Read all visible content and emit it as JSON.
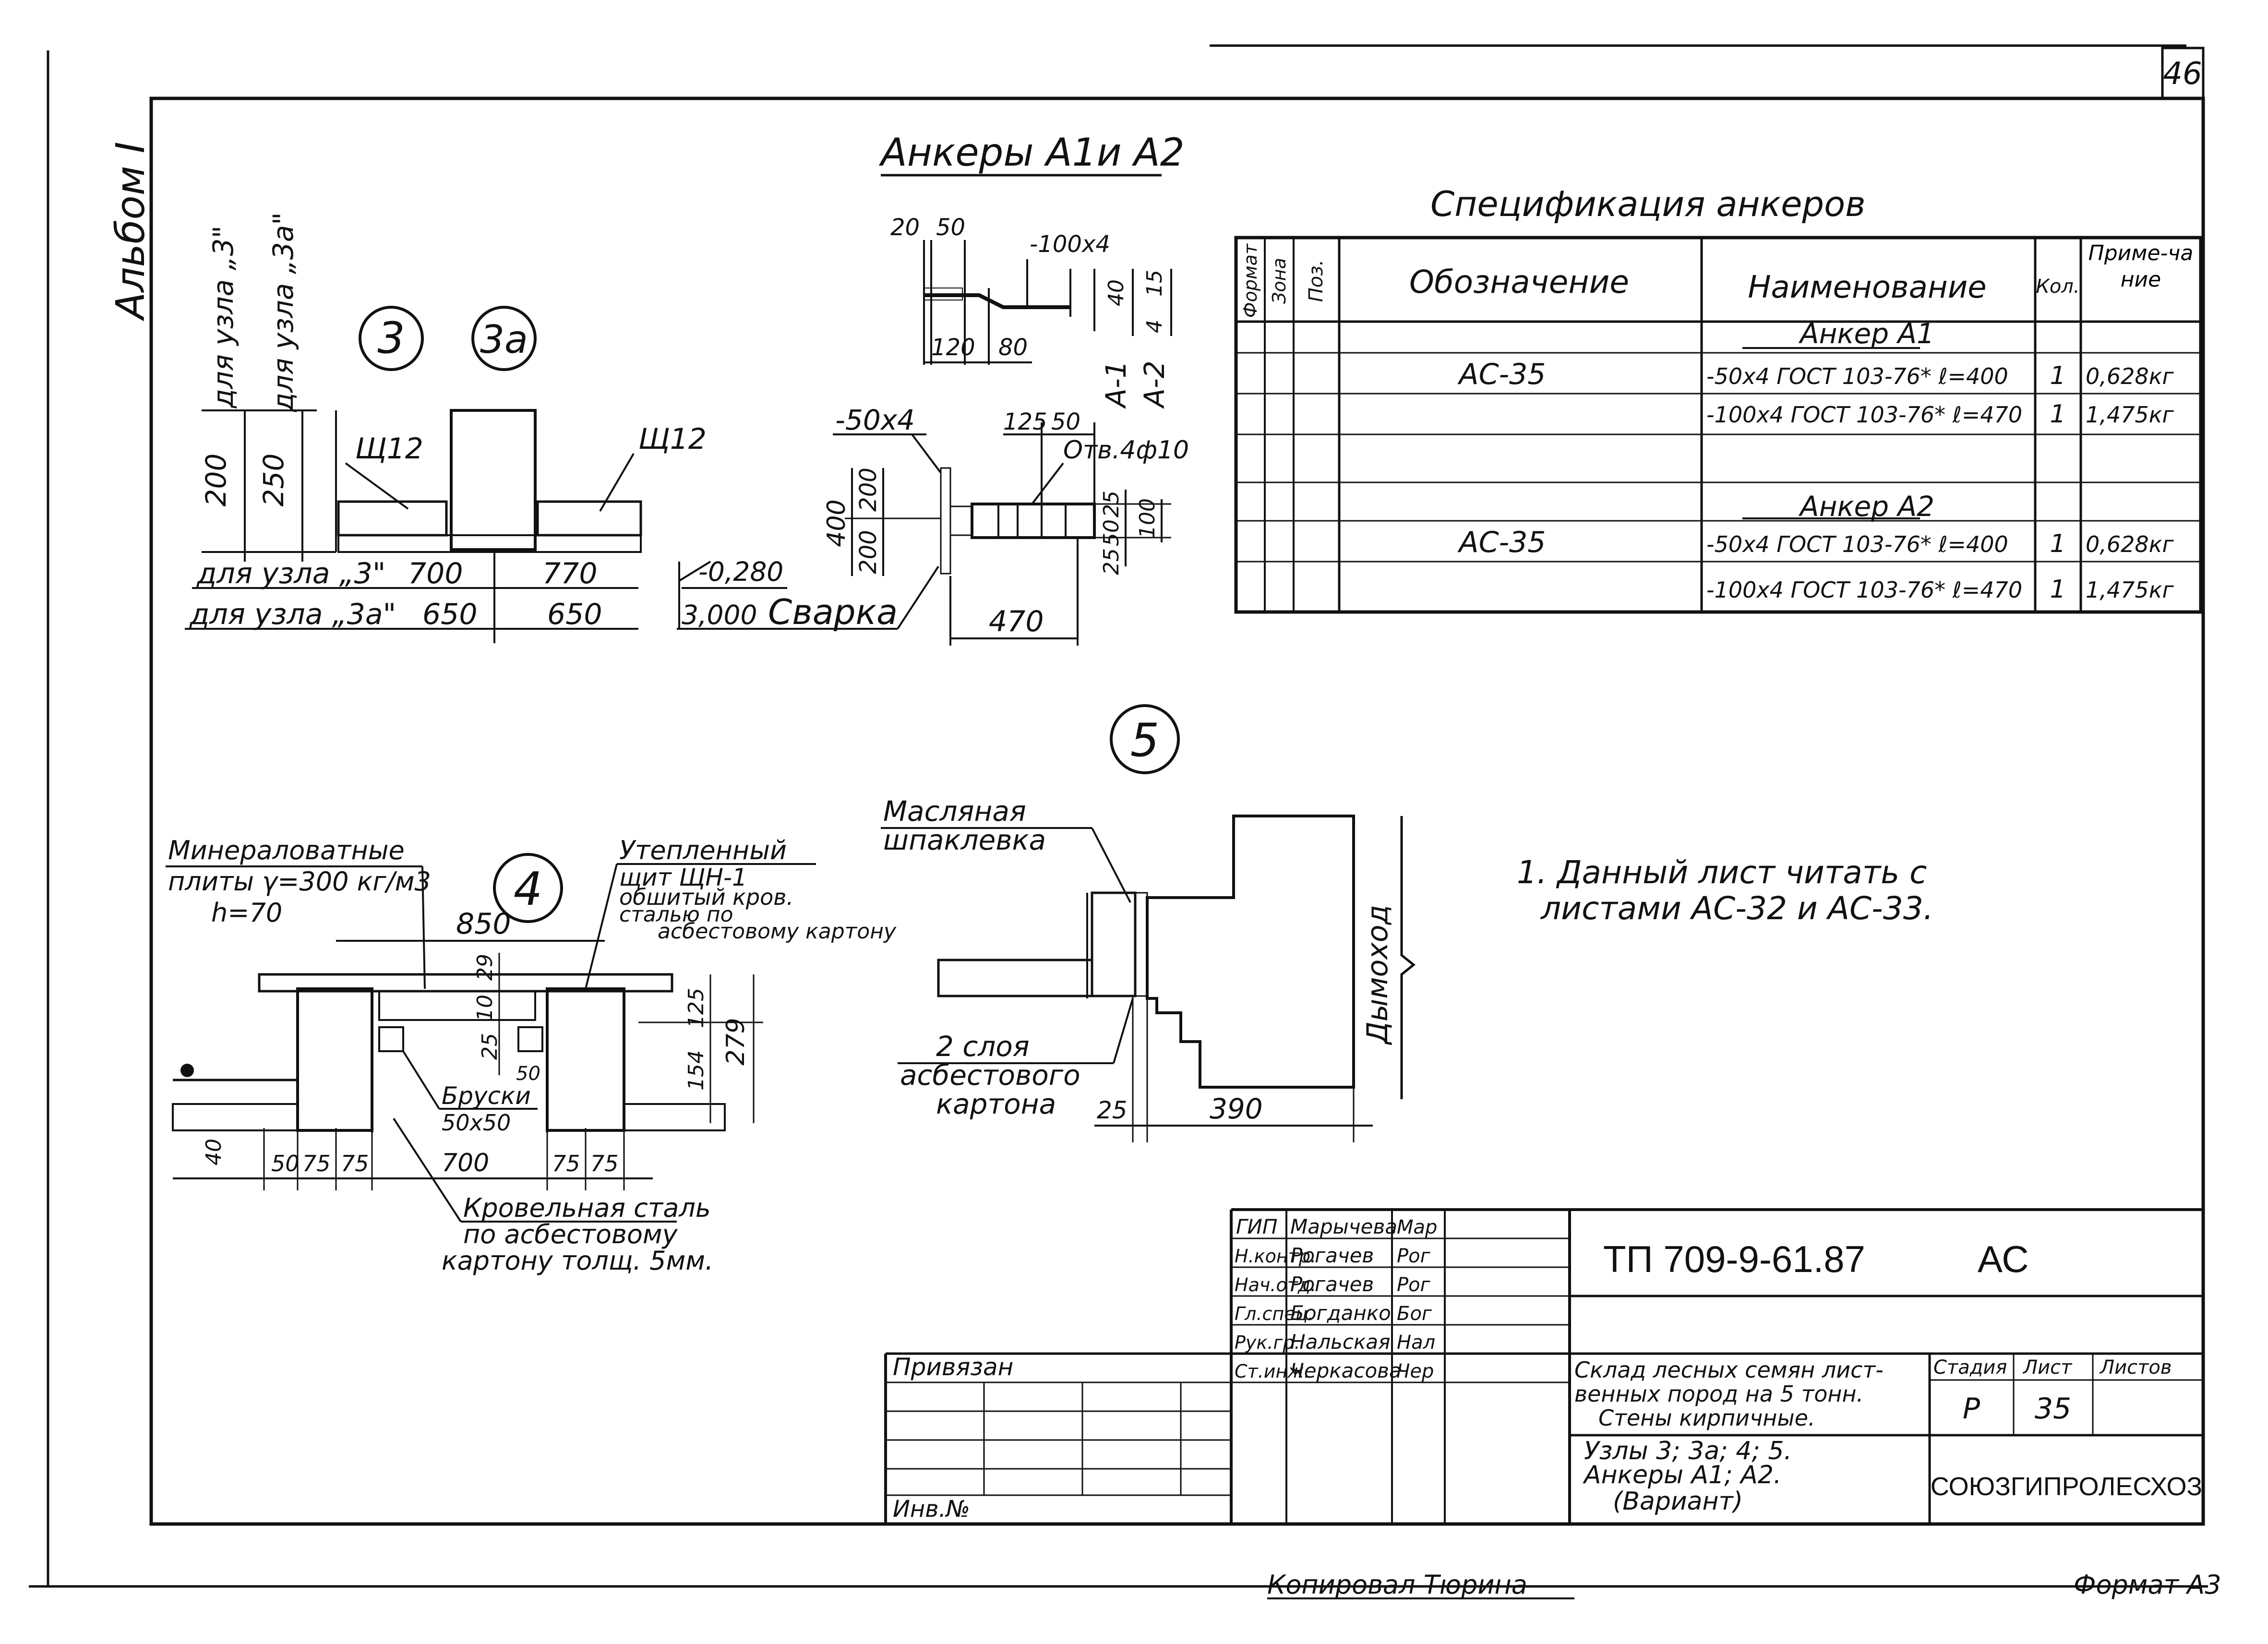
{
  "page_number": "46",
  "album_label": "Альбом I",
  "footer": {
    "copied_by": "Копировал Тюрина",
    "format": "Формат А3"
  },
  "node3": {
    "label_3": "3",
    "label_3a": "3а",
    "dim_200": "200",
    "dim_250": "250",
    "for_node_3_vertical": "для узла „3\"",
    "for_node_3a_vertical": "для узла „3а\"",
    "sh12_left": "Щ12",
    "sh12_right": "Щ12",
    "for_node_3": "для узла „3\"",
    "dim_700": "700",
    "dim_770": "770",
    "for_node_3a": "для узла „3а\"",
    "dim_650": "650",
    "dim_650b": "650",
    "level_minus": "-0,280",
    "level_plus": "3,000",
    "welding": "Сварка"
  },
  "anchors": {
    "title": "Анкеры А1и А2",
    "d20": "20",
    "d50": "50",
    "strip_100x4": "-100х4",
    "d40": "40",
    "d15": "15",
    "d4": "4",
    "d120": "120",
    "d80": "80",
    "a1": "А-1",
    "a2": "А-2",
    "strip_50x4": "-50х4",
    "d125": "125",
    "d50b": "50",
    "holes": "Отв.4ф10",
    "d400": "400",
    "d200a": "200",
    "d200b": "200",
    "d25a": "25",
    "d50c": "50",
    "d25b": "25",
    "d100": "100",
    "d470": "470"
  },
  "spec": {
    "title": "Спецификация анкеров",
    "headers": {
      "format": "Формат",
      "zone": "Зона",
      "pos": "Поз.",
      "designation": "Обозначение",
      "name": "Наименование",
      "qty": "Кол.",
      "note": "Приме-чание"
    },
    "anchor_a1": "Анкер А1",
    "anchor_a2": "Анкер А2",
    "rows": [
      {
        "designation": "АС-35",
        "name": "-50х4 ГОСТ 103-76* ℓ=400",
        "qty": "1",
        "note": "0,628кг"
      },
      {
        "designation": "",
        "name": "-100х4 ГОСТ 103-76* ℓ=470",
        "qty": "1",
        "note": "1,475кг"
      },
      {
        "designation": "АС-35",
        "name": "-50х4 ГОСТ 103-76* ℓ=400",
        "qty": "1",
        "note": "0,628кг"
      },
      {
        "designation": "",
        "name": "-100х4 ГОСТ 103-76* ℓ=470",
        "qty": "1",
        "note": "1,475кг"
      }
    ]
  },
  "node4": {
    "label": "4",
    "mineral_wool": "Минераловатные",
    "plates": "плиты γ=300 кг/м3",
    "h70": "h=70",
    "insulated": "Утепленный",
    "shield": "щит ЩН-1",
    "sheathed": "обшитый кров.",
    "steel_on": "сталью по",
    "asbestos": "асбестовому картону",
    "d850": "850",
    "d29": "29",
    "d10": "10",
    "d25": "25",
    "d50": "50",
    "d125": "125",
    "d154": "154",
    "d279": "279",
    "bars": "Бруски",
    "bars_size": "50х50",
    "d40": "40",
    "d50b": "50",
    "d75a": "75",
    "d75b": "75",
    "d700": "700",
    "d75c": "75",
    "d75d": "75",
    "roof_steel": "Кровельная сталь",
    "on_asbestos": "по асбестовому",
    "cardboard": "картону толщ. 5мм."
  },
  "node5": {
    "label": "5",
    "oil_putty_1": "Масляная",
    "oil_putty_2": "шпаклевка",
    "two_layers": "2 слоя",
    "asbestos_1": "асбестового",
    "asbestos_2": "картона",
    "d25": "25",
    "d390": "390",
    "chimney": "Дымоход"
  },
  "note": {
    "line1": "1. Данный лист читать с",
    "line2": "листами АС-32 и АС-33."
  },
  "title_block": {
    "staff": [
      {
        "role": "ГИП",
        "name": "Марычева",
        "sign": "Мар"
      },
      {
        "role": "Н.контр.",
        "name": "Рогачев",
        "sign": "Рог"
      },
      {
        "role": "Нач.отд.",
        "name": "Рогачев",
        "sign": "Рог"
      },
      {
        "role": "Гл.спец.",
        "name": "Богданко",
        "sign": "Бог"
      },
      {
        "role": "Рук.гр.",
        "name": "Нальская",
        "sign": "Нал"
      },
      {
        "role": "Ст.инж.",
        "name": "Черкасова",
        "sign": "Чер"
      }
    ],
    "doc_code": "ТП 709-9-61.87",
    "doc_mark": "АС",
    "object_1": "Склад лесных семян лист-",
    "object_2": "венных пород на 5 тонн.",
    "object_3": "Стены кирпичные.",
    "sheet_1": "Узлы 3; 3а; 4; 5.",
    "sheet_2": "Анкеры А1; А2.",
    "sheet_3": "(Вариант)",
    "stage_h": "Стадия",
    "sheet_h": "Лист",
    "sheets_h": "Листов",
    "stage": "Р",
    "sheet_no": "35",
    "org": "СОЮЗГИПРОЛЕСХОЗ",
    "bound": "Привязан",
    "inv": "Инв.№"
  }
}
